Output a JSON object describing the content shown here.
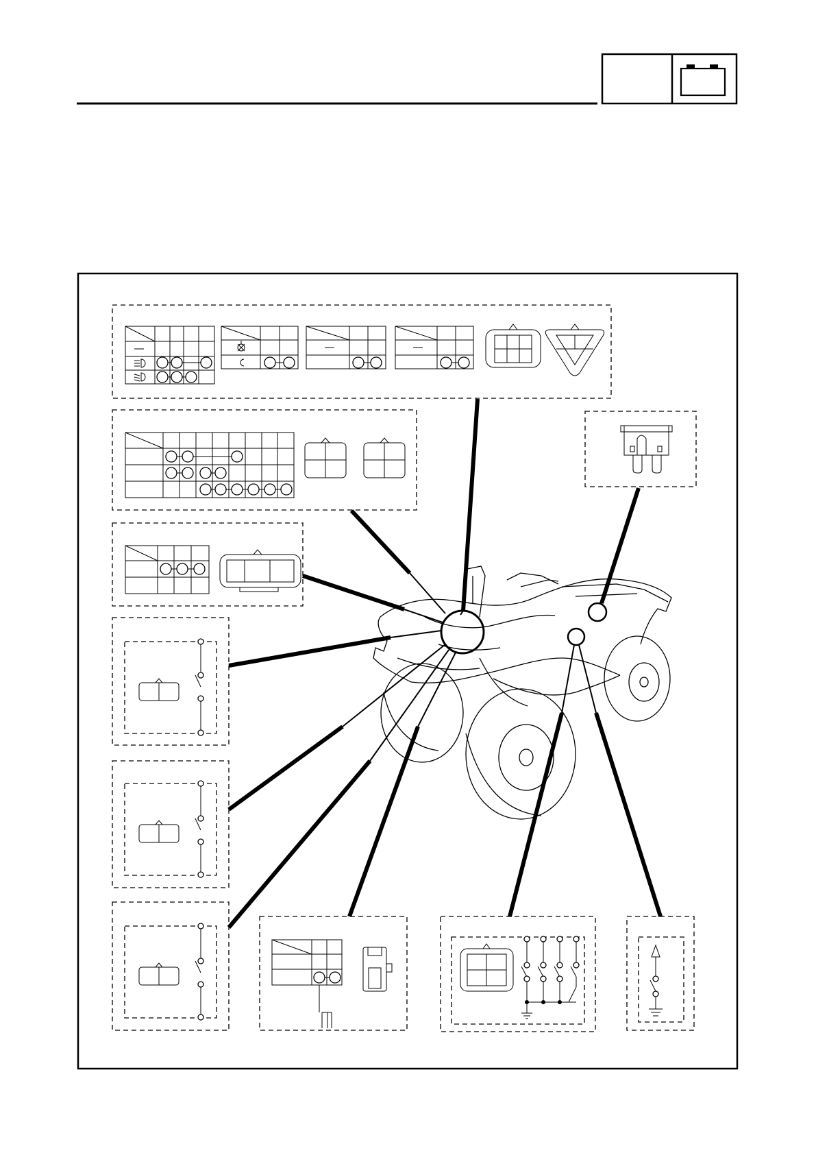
{
  "header": {
    "section_icon": "battery-icon",
    "section_label": ""
  },
  "diagram": {
    "title": "",
    "components": [
      {
        "name": "main-switch-continuity-table",
        "icon": "headlight-icon"
      },
      {
        "name": "light-switch-continuity-table",
        "icon": "lamp-icon"
      },
      {
        "name": "handlebar-switch-table-1"
      },
      {
        "name": "handlebar-switch-table-2"
      },
      {
        "name": "main-connector-square"
      },
      {
        "name": "main-connector-triangle"
      },
      {
        "name": "ignition-switch-table"
      },
      {
        "name": "ignition-connector-a"
      },
      {
        "name": "ignition-connector-b"
      },
      {
        "name": "engine-stop-switch-table"
      },
      {
        "name": "engine-stop-connector"
      },
      {
        "name": "brake-switch-1",
        "icon": "switch-icon"
      },
      {
        "name": "brake-switch-2",
        "icon": "switch-icon"
      },
      {
        "name": "brake-switch-3",
        "icon": "switch-icon"
      },
      {
        "name": "start-switch-table"
      },
      {
        "name": "gear-position-switch",
        "icon": "ground-icon"
      },
      {
        "name": "neutral-switch",
        "icon": "ground-icon"
      },
      {
        "name": "main-fuse",
        "icon": "fuse-icon"
      },
      {
        "name": "atv-vehicle-illustration"
      }
    ]
  }
}
